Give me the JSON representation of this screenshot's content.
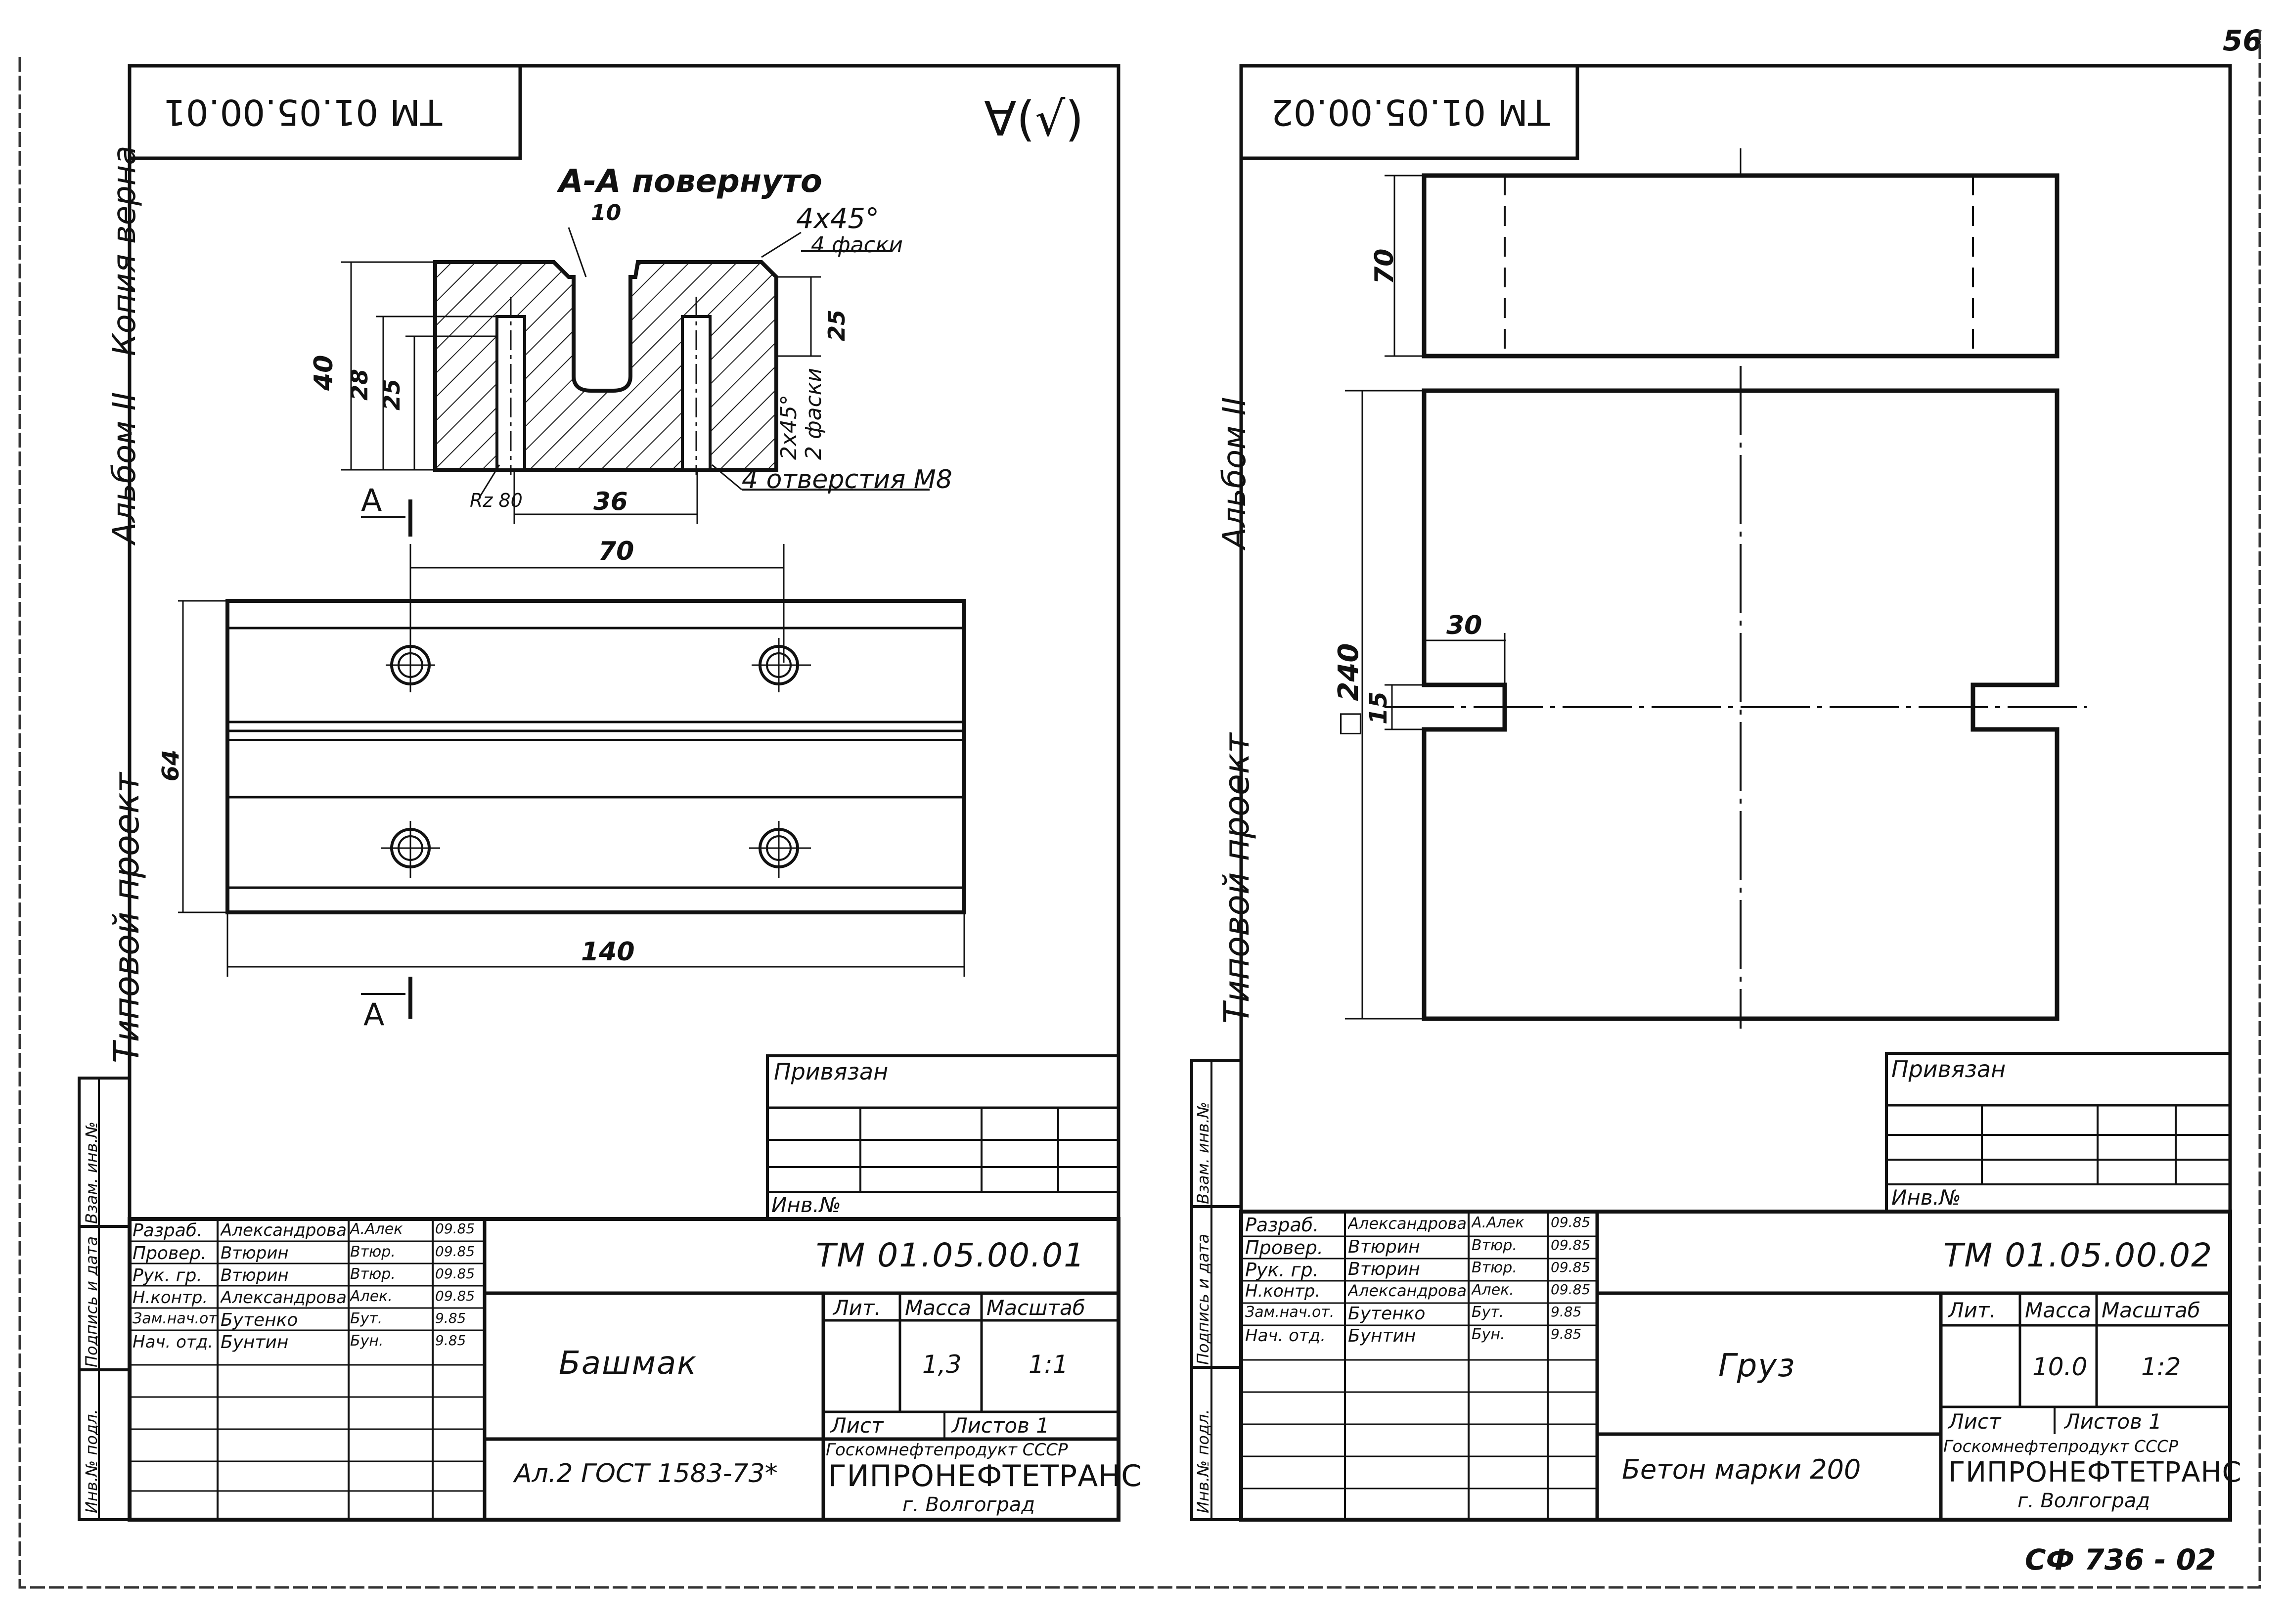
{
  "page_number": "56",
  "footer_code": "СФ 736 - 02",
  "left_margin": {
    "album": "Альбом II",
    "copy_note": "Копия верна",
    "project": "Типовой проект"
  },
  "sheet1": {
    "rotated_code": "ТМ 01.05.00.01",
    "roughness_mark": "∀(√)",
    "section_title": "А-А повернуто",
    "chamfer_note": "4х45°",
    "chamfer_note2": "4 фаски",
    "chamfer_note3": "2х45°",
    "chamfer_note4": "2 фаски",
    "holes_note": "4 отверстия М8",
    "rz_note": "Rz 80",
    "section_marker": "А",
    "dims": {
      "d10": "10",
      "d40": "40",
      "d28": "28",
      "d25a": "25",
      "d25b": "25",
      "d36": "36",
      "d70": "70",
      "d64": "64",
      "d140": "140"
    },
    "stamp": {
      "bound_label": "Привязан",
      "inv_label": "Инв.№",
      "designation": "ТМ 01.05.00.01",
      "name": "Башмак",
      "material": "Ал.2 ГОСТ 1583-73*",
      "lit_label": "Лит.",
      "mass_label": "Масса",
      "scale_label": "Масштаб",
      "mass": "1,3",
      "scale": "1:1",
      "sheet_label": "Лист",
      "sheets_label": "Листов 1",
      "org_top": "Госкомнефтепродукт СССР",
      "org": "ГИПРОНЕФТЕТРАНС",
      "city": "г. Волгоград",
      "rows": [
        {
          "role": "Разраб.",
          "name": "Александрова",
          "sig": "А.Алек",
          "date": "09.85"
        },
        {
          "role": "Провер.",
          "name": "Втюрин",
          "sig": "Втюр.",
          "date": "09.85"
        },
        {
          "role": "Рук. гр.",
          "name": "Втюрин",
          "sig": "Втюр.",
          "date": "09.85"
        },
        {
          "role": "Н.контр.",
          "name": "Александрова",
          "sig": "Алек.",
          "date": "09.85"
        },
        {
          "role": "Зам.нач.от.",
          "name": "Бутенко",
          "sig": "Бут.",
          "date": "9.85"
        },
        {
          "role": "Нач. отд.",
          "name": "Бунтин",
          "sig": "Бун.",
          "date": "9.85"
        }
      ],
      "side_labels": [
        "Инв.№ подл.",
        "Подпись и дата",
        "Взам. инв.№"
      ]
    }
  },
  "sheet2": {
    "rotated_code": "ТМ 01.05.00.02",
    "dims": {
      "d70": "70",
      "d30": "30",
      "d15": "15",
      "d240": "□ 240"
    },
    "stamp": {
      "bound_label": "Привязан",
      "inv_label": "Инв.№",
      "designation": "ТМ 01.05.00.02",
      "name": "Груз",
      "material": "Бетон марки 200",
      "lit_label": "Лит.",
      "mass_label": "Масса",
      "scale_label": "Масштаб",
      "mass": "10.0",
      "scale": "1:2",
      "sheet_label": "Лист",
      "sheets_label": "Листов 1",
      "org_top": "Госкомнефтепродукт СССР",
      "org": "ГИПРОНЕФТЕТРАНС",
      "city": "г. Волгоград",
      "rows": [
        {
          "role": "Разраб.",
          "name": "Александрова",
          "sig": "А.Алек",
          "date": "09.85"
        },
        {
          "role": "Провер.",
          "name": "Втюрин",
          "sig": "Втюр.",
          "date": "09.85"
        },
        {
          "role": "Рук. гр.",
          "name": "Втюрин",
          "sig": "Втюр.",
          "date": "09.85"
        },
        {
          "role": "Н.контр.",
          "name": "Александрова",
          "sig": "Алек.",
          "date": "09.85"
        },
        {
          "role": "Зам.нач.от.",
          "name": "Бутенко",
          "sig": "Бут.",
          "date": "9.85"
        },
        {
          "role": "Нач. отд.",
          "name": "Бунтин",
          "sig": "Бун.",
          "date": "9.85"
        }
      ],
      "side_labels": [
        "Инв.№ подл.",
        "Подпись и дата",
        "Взам. инв.№"
      ]
    }
  }
}
